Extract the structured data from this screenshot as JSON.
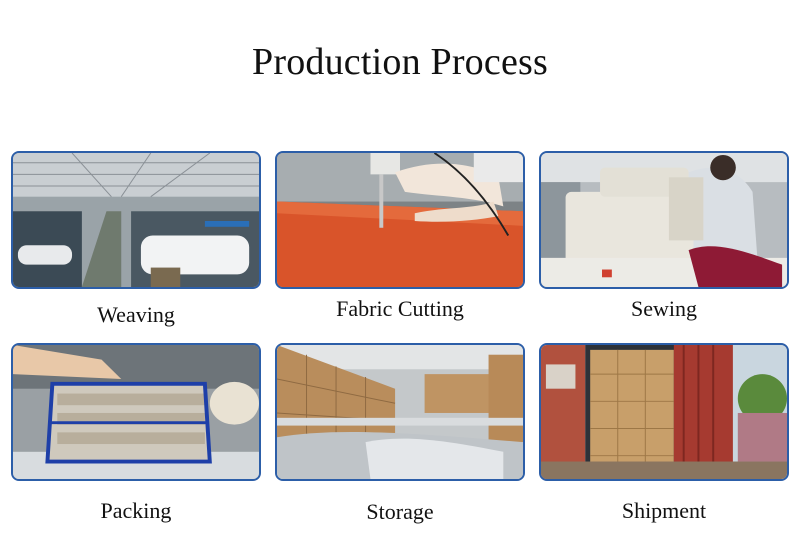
{
  "title": "Production Process",
  "steps": [
    {
      "label": "Weaving"
    },
    {
      "label": "Fabric Cutting"
    },
    {
      "label": "Sewing"
    },
    {
      "label": "Packing"
    },
    {
      "label": "Storage"
    },
    {
      "label": "Shipment"
    }
  ],
  "colors": {
    "frame_border": "#2c5ea8"
  }
}
